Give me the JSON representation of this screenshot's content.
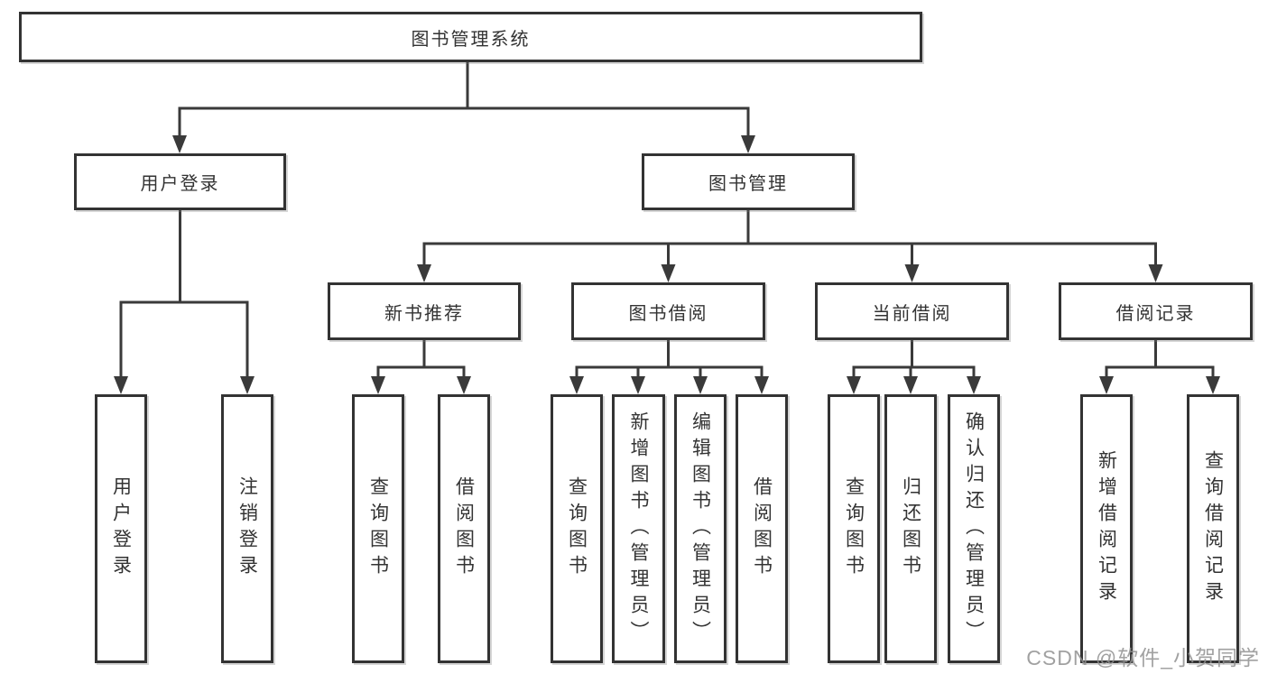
{
  "diagram": {
    "type": "tree",
    "colors": {
      "background": "#ffffff",
      "box_border": "#333333",
      "box_fill": "#ffffff",
      "line": "#3a3a3a",
      "text": "#333333",
      "watermark": "#919191"
    },
    "watermark": "CSDN @软件_小贺同学",
    "nodes": {
      "root": {
        "label": "图书管理系统",
        "children": [
          "user_login",
          "book_mgmt"
        ]
      },
      "user_login": {
        "label": "用户登录",
        "children": [
          "leaf_user_login",
          "leaf_logout"
        ]
      },
      "book_mgmt": {
        "label": "图书管理",
        "children": [
          "new_book_rec",
          "book_borrow",
          "current_borrow",
          "borrow_records"
        ]
      },
      "new_book_rec": {
        "label": "新书推荐",
        "children": [
          "leaf_rec_query_book",
          "leaf_rec_borrow_book"
        ]
      },
      "book_borrow": {
        "label": "图书借阅",
        "children": [
          "leaf_bb_query_book",
          "leaf_bb_add_book",
          "leaf_bb_edit_book",
          "leaf_bb_borrow_book"
        ]
      },
      "current_borrow": {
        "label": "当前借阅",
        "children": [
          "leaf_cb_query_book",
          "leaf_cb_return_book",
          "leaf_cb_confirm_return"
        ]
      },
      "borrow_records": {
        "label": "借阅记录",
        "children": [
          "leaf_br_add_record",
          "leaf_br_query_record"
        ]
      },
      "leaf_user_login": {
        "label": "用户登录"
      },
      "leaf_logout": {
        "label": "注销登录"
      },
      "leaf_rec_query_book": {
        "label": "查询图书"
      },
      "leaf_rec_borrow_book": {
        "label": "借阅图书"
      },
      "leaf_bb_query_book": {
        "label": "查询图书"
      },
      "leaf_bb_add_book": {
        "label": "新增图书（管理员）"
      },
      "leaf_bb_edit_book": {
        "label": "编辑图书（管理员）"
      },
      "leaf_bb_borrow_book": {
        "label": "借阅图书"
      },
      "leaf_cb_query_book": {
        "label": "查询图书"
      },
      "leaf_cb_return_book": {
        "label": "归还图书"
      },
      "leaf_cb_confirm_return": {
        "label": "确认归还（管理员）"
      },
      "leaf_br_add_record": {
        "label": "新增借阅记录"
      },
      "leaf_br_query_record": {
        "label": "查询借阅记录"
      }
    }
  }
}
